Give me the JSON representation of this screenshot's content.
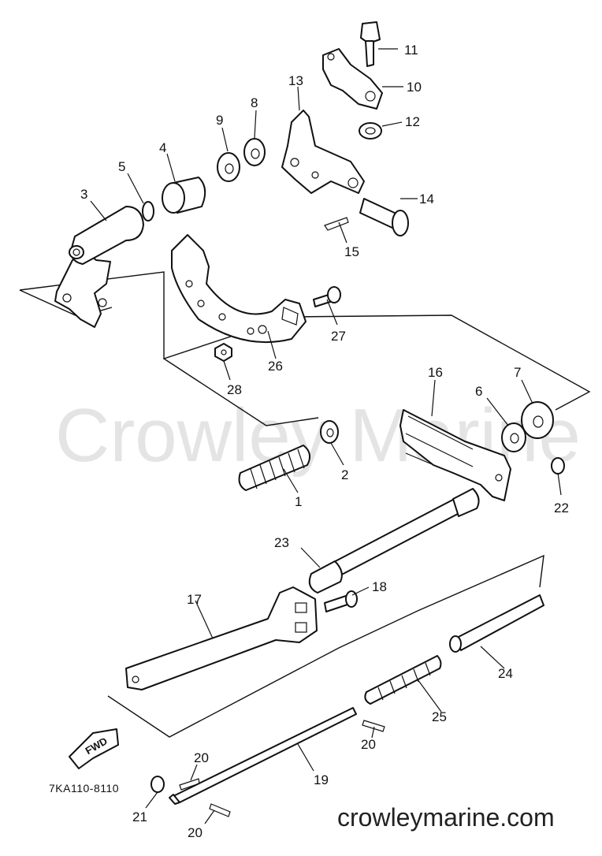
{
  "watermark": "Crowley Marine",
  "diagram_code": "7KA110-8110",
  "footer": "crowleymarine.com",
  "fwd_label": "FWD",
  "callouts": {
    "c1": "1",
    "c2": "2",
    "c3": "3",
    "c4": "4",
    "c5": "5",
    "c6": "6",
    "c7": "7",
    "c8": "8",
    "c9": "9",
    "c10": "10",
    "c11": "11",
    "c12": "12",
    "c13": "13",
    "c14": "14",
    "c15": "15",
    "c16": "16",
    "c17": "17",
    "c18": "18",
    "c19": "19",
    "c20a": "20",
    "c20b": "20",
    "c20c": "20",
    "c21": "21",
    "c22": "22",
    "c23": "23",
    "c24": "24",
    "c25": "25",
    "c26": "26",
    "c27": "27",
    "c28": "28"
  }
}
